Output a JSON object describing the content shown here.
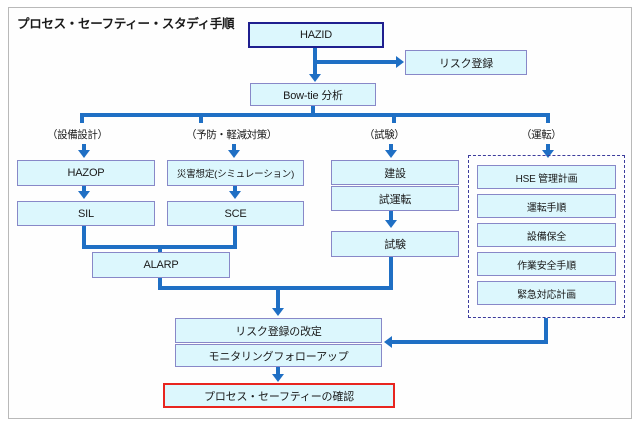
{
  "diagram": {
    "title": "プロセス・セーフティー・スタディ手順",
    "colors": {
      "box_fill": "#dcf7fd",
      "box_border": "#8888c8",
      "connector": "#1f6fc4",
      "emphasis_navy": "#1f1f8f",
      "emphasis_red": "#e8251f",
      "dashed_group": "#3c3c9c",
      "frame": "#b9b9b9"
    },
    "top": {
      "hazid": "HAZID",
      "risk_register": "リスク登録",
      "bowtie": "Bow-tie 分析"
    },
    "column_labels": [
      "（設備設計）",
      "（予防・軽減対策）",
      "（試験）",
      "（運転）"
    ],
    "columns": {
      "design": [
        "HAZOP",
        "SIL"
      ],
      "prevention": [
        "災害想定(シミュレーション)",
        "SCE"
      ],
      "alarp": "ALARP",
      "testing": [
        "建設",
        "試運転",
        "試験"
      ],
      "operation_group": [
        "HSE 管理計画",
        "運転手順",
        "設備保全",
        "作業安全手順",
        "緊急対応計画"
      ]
    },
    "bottom": {
      "risk_register_revision": "リスク登録の改定",
      "monitoring_followup": "モニタリングフォローアップ",
      "process_safety_confirmation": "プロセス・セーフティーの確認"
    }
  }
}
